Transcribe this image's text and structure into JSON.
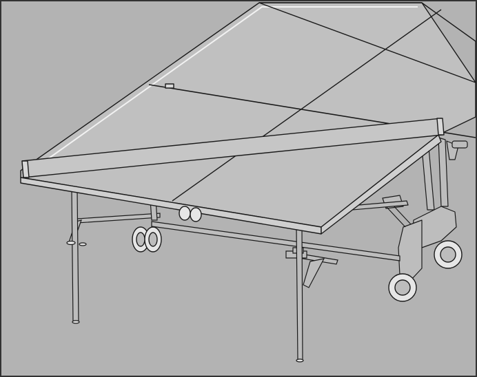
{
  "figure": {
    "subject": "outdoor-table-tennis-table-assembly-illustration",
    "colors": {
      "background": "#b3b3b3",
      "table_top": "#c0c0c0",
      "net": "#c6c6c6",
      "frame_metal": "#bdbdbd",
      "wheel": "#e6e6e6",
      "outline": "#1a1a1a",
      "border": "#333333"
    },
    "parts": [
      "table-top",
      "net",
      "legs",
      "cross-bars",
      "wheels",
      "folding-mechanism"
    ],
    "wheel_count": 4,
    "text": ""
  }
}
